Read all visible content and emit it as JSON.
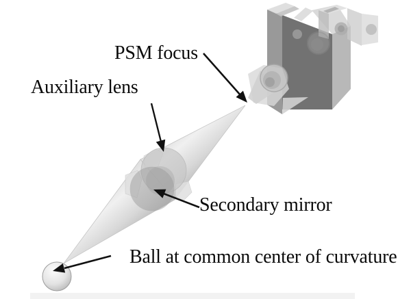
{
  "figure": {
    "labels": {
      "psm_focus": "PSM focus",
      "auxiliary_lens": "Auxiliary lens",
      "secondary_mirror": "Secondary mirror",
      "ball": "Ball at common center of curvature"
    },
    "palette": {
      "background": "#ffffff",
      "annotation_color": "#111111",
      "model_light_gray": "#d9d9d9",
      "model_mid_gray": "#a6a6a6",
      "model_dark_gray": "#5e5e5e",
      "cone_gray": "#dcdcdc",
      "ground_strip": "#f2f2f2"
    }
  }
}
